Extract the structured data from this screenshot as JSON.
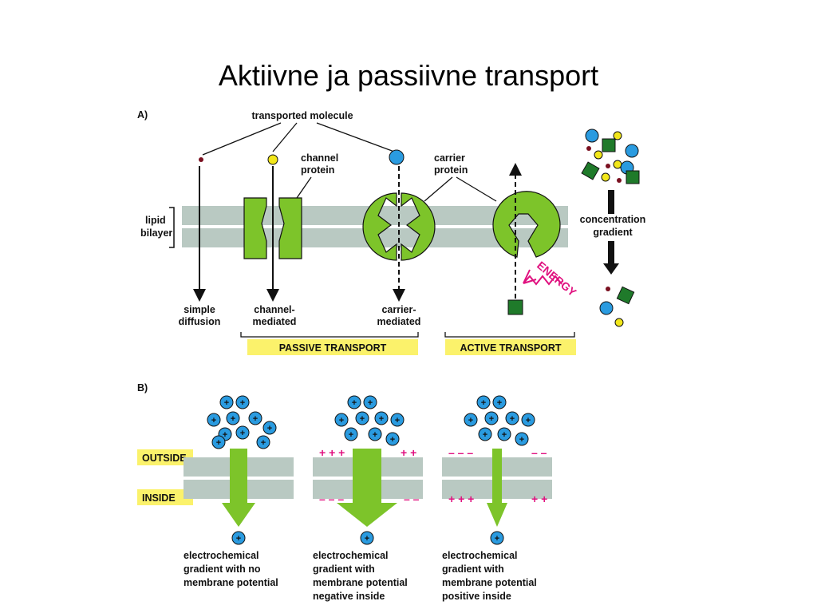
{
  "title": "Aktiivne ja passiivne transport",
  "panel_a": {
    "panel_label": "A)",
    "transported_molecule": "transported molecule",
    "channel_protein": [
      "channel",
      "protein"
    ],
    "carrier_protein": [
      "carrier",
      "protein"
    ],
    "lipid_bilayer": [
      "lipid",
      "bilayer"
    ],
    "simple_diffusion": [
      "simple",
      "diffusion"
    ],
    "channel_mediated": [
      "channel-",
      "mediated"
    ],
    "carrier_mediated": [
      "carrier-",
      "mediated"
    ],
    "passive_transport": "PASSIVE TRANSPORT",
    "active_transport": "ACTIVE TRANSPORT",
    "energy": "ENERGY",
    "concentration_gradient": [
      "concentration",
      "gradient"
    ]
  },
  "panel_b": {
    "panel_label": "B)",
    "outside": "OUTSIDE",
    "inside": "INSIDE",
    "ion_symbol": "+",
    "case1": [
      "electrochemical",
      "gradient with no",
      "membrane potential"
    ],
    "case2": [
      "electrochemical",
      "gradient with",
      "membrane potential",
      "negative inside"
    ],
    "case3": [
      "electrochemical",
      "gradient with",
      "membrane potential",
      "positive inside"
    ],
    "plus_marks": "+ + +",
    "plus_marks_short": "+ +",
    "minus_marks": "– – –",
    "minus_marks_short": "– –"
  },
  "colors": {
    "membrane": "#b9c9c2",
    "protein_green": "#7dc42a",
    "ion_blue": "#2a9be0",
    "molecule_yellow": "#f2e71a",
    "square_green": "#1f7a2a",
    "small_dot": "#7a1020",
    "label_yellow": "#fbf26b",
    "energy_pink": "#e0117f"
  }
}
